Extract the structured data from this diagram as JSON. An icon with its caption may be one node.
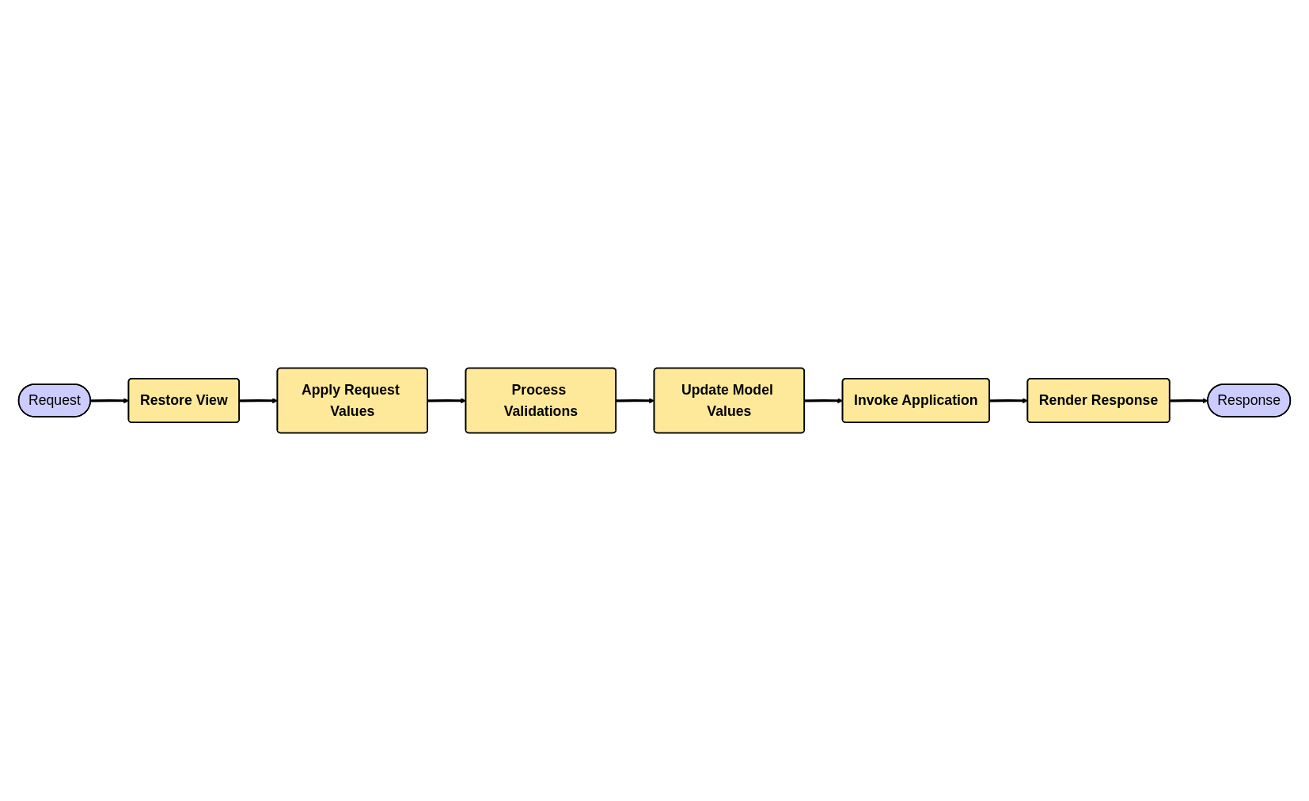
{
  "diagram": {
    "nodes": [
      {
        "text": [
          "Request"
        ]
      },
      {
        "text": [
          "Restore View"
        ]
      },
      {
        "text": [
          "Apply Request Values"
        ]
      },
      {
        "text": [
          "Process Validations"
        ]
      },
      {
        "text": [
          "Update Model Values"
        ]
      },
      {
        "text": [
          "Invoke Application"
        ]
      },
      {
        "text": [
          "Render Response"
        ]
      },
      {
        "text": [
          "Response"
        ]
      }
    ],
    "edges": [
      {
        "from": 0,
        "to": 1,
        "arrow": "to"
      },
      {
        "from": 1,
        "to": 2,
        "arrow": "to"
      },
      {
        "from": 2,
        "to": 3,
        "arrow": "to"
      },
      {
        "from": 3,
        "to": 4,
        "arrow": "to"
      },
      {
        "from": 4,
        "to": 5,
        "arrow": "to"
      },
      {
        "from": 5,
        "to": 6,
        "arrow": "to"
      },
      {
        "from": 6,
        "to": 7,
        "arrow": "to"
      }
    ]
  }
}
